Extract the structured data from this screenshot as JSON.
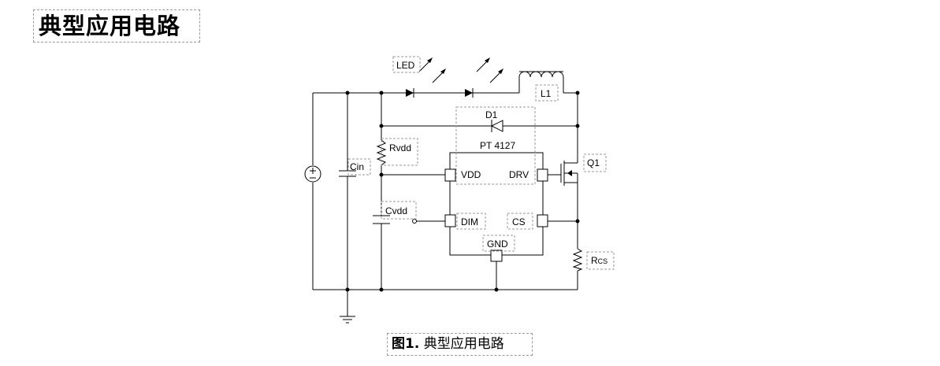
{
  "heading": "典型应用电路",
  "caption": {
    "fig": "图1.",
    "text": "典型应用电路"
  },
  "circuit": {
    "chip": "PT 4127",
    "pins": {
      "vdd": "VDD",
      "drv": "DRV",
      "dim": "DIM",
      "cs": "CS",
      "gnd": "GND"
    },
    "components": {
      "led": "LED",
      "inductor": "L1",
      "diode": "D1",
      "mosfet": "Q1",
      "rvdd": "Rvdd",
      "cin": "Cin",
      "cvdd": "Cvdd",
      "rcs_main": "R",
      "rcs_sub": "CS"
    }
  }
}
